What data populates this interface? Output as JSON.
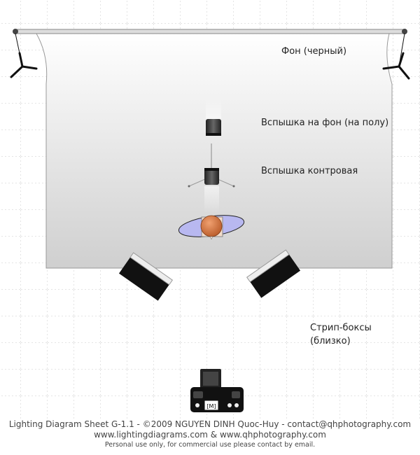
{
  "labels": {
    "background": "Фон (черный)",
    "background_flash": "Вспышка на фон (на полу)",
    "rim_flash": "Вспышка контровая",
    "strip_boxes_line1": "Стрип-боксы",
    "strip_boxes_line2": "(близко)"
  },
  "footer": {
    "line1": "Lighting Diagram Sheet G-1.1 - ©2009 NGUYEN DINH Quoc-Huy - contact@qhphotography.com",
    "line2": "www.lightingdiagrams.com & www.qhphotography.com",
    "line3": "Personal use only, for commercial use please contact by email."
  },
  "colors": {
    "subject_head": "#c8632f",
    "subject_body": "#b8b8f0"
  }
}
